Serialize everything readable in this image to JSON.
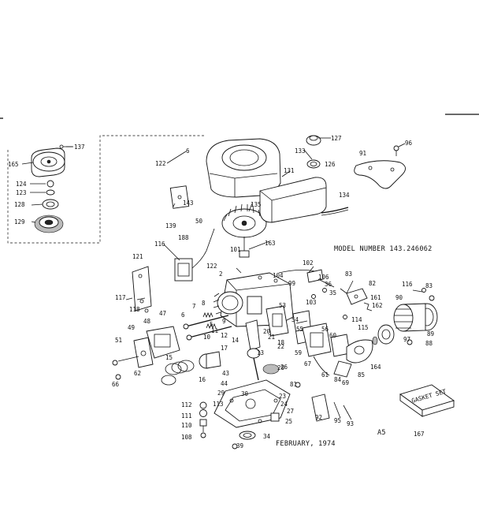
{
  "header": {
    "model_number": "MODEL NUMBER 143.246062",
    "date": "FEBRUARY, 1974",
    "sheet_code": "A5"
  },
  "gasket_set": {
    "box_text": "GASKET SET",
    "part": "167"
  },
  "part_numbers": [
    "137",
    "165",
    "124",
    "123",
    "128",
    "129",
    "6",
    "122",
    "143",
    "139",
    "50",
    "135",
    "163",
    "131",
    "133",
    "127",
    "126",
    "91",
    "96",
    "134",
    "188",
    "116",
    "121",
    "117",
    "118",
    "122",
    "101",
    "2",
    "104",
    "99",
    "102",
    "106",
    "36",
    "103",
    "35",
    "83",
    "82",
    "161",
    "162",
    "114",
    "115",
    "116",
    "83",
    "90",
    "89",
    "88",
    "97",
    "48",
    "47",
    "7",
    "6",
    "9",
    "5",
    "8",
    "11",
    "12",
    "10",
    "14",
    "17",
    "13",
    "21",
    "22",
    "18",
    "20",
    "16",
    "53",
    "54",
    "55",
    "56",
    "60",
    "59",
    "67",
    "26",
    "61",
    "69",
    "84",
    "85",
    "164",
    "43",
    "44",
    "49",
    "51",
    "62",
    "66",
    "15",
    "29",
    "30",
    "23",
    "24",
    "27",
    "25",
    "34",
    "28",
    "112",
    "113",
    "111",
    "110",
    "108",
    "39",
    "81",
    "92",
    "95",
    "93"
  ]
}
